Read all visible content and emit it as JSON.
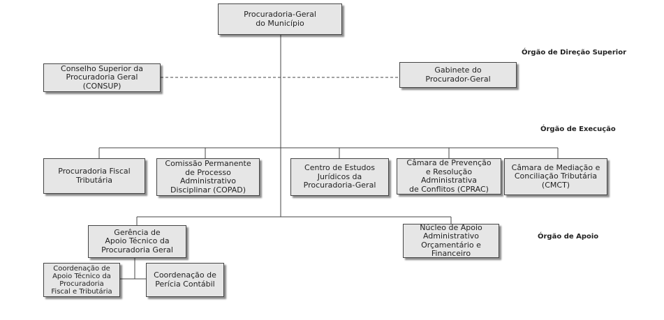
{
  "nodes": {
    "pgm": "Procuradoria-Geral\ndo Município",
    "consup": "Conselho Superior da\nProcuradoria Geral\n(CONSUP)",
    "gabinete": "Gabinete do\nProcurador-Geral",
    "pft": "Procuradoria Fiscal\nTributária",
    "copad": "Comissão Permanente\nde Processo\nAdministrativo\nDisciplinar (COPAD)",
    "cejur": "Centro de Estudos\nJurídicos da\nProcuradoria-Geral",
    "cprac": "Câmara de Prevenção\ne Resolução\nAdministrativa\nde Conflitos (CPRAC)",
    "cmct": "Câmara de Mediação e\nConciliação Tributária\n(CMCT)",
    "gerencia": "Gerência de\nApoio Técnico da\nProcuradoria Geral",
    "nucleo": "Núcleo de Apoio\nAdministrativo\nOrçamentário e\nFinanceiro",
    "coord_fiscal": "Coordenação de\nApoio Técnico da\nProcuradoria\nFiscal e Tributária",
    "coord_pericia": "Coordenação de\nPerícia Contábil"
  },
  "labels": {
    "direcao": "Órgão de Direção Superior",
    "execucao": "Órgão de Execução",
    "apoio": "Órgão de Apoio"
  }
}
